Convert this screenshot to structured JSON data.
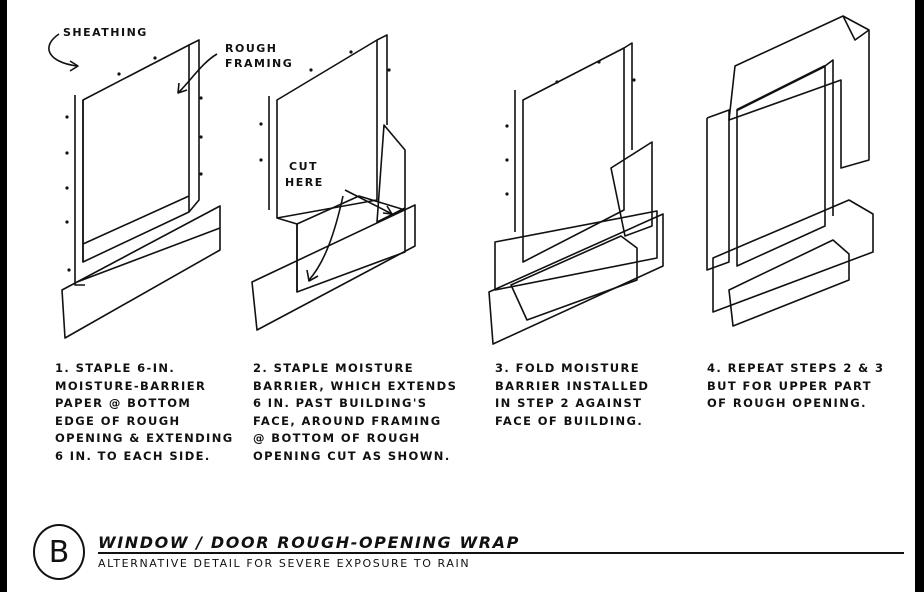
{
  "labels": {
    "sheathing": "SHEATHING",
    "rough_framing_1": "ROUGH",
    "rough_framing_2": "FRAMING",
    "cut_here_1": "CUT",
    "cut_here_2": "HERE"
  },
  "steps": [
    {
      "lines": [
        "1. STAPLE 6-IN.",
        "MOISTURE-BARRIER",
        "PAPER @ BOTTOM",
        "EDGE OF ROUGH",
        "OPENING & EXTENDING",
        "6 IN. TO EACH SIDE."
      ]
    },
    {
      "lines": [
        "2. STAPLE MOISTURE",
        "BARRIER, WHICH EXTENDS",
        "6 IN. PAST BUILDING'S",
        "FACE, AROUND FRAMING",
        "@ BOTTOM OF ROUGH",
        "OPENING  CUT AS SHOWN."
      ]
    },
    {
      "lines": [
        "3. FOLD MOISTURE",
        "BARRIER INSTALLED",
        "IN STEP 2 AGAINST",
        "FACE OF BUILDING."
      ]
    },
    {
      "lines": [
        "4. REPEAT STEPS 2 & 3",
        "BUT FOR UPPER PART",
        "OF ROUGH OPENING."
      ]
    }
  ],
  "detail": {
    "letter": "B",
    "title": "WINDOW / DOOR ROUGH-OPENING WRAP",
    "subtitle": "ALTERNATIVE DETAIL FOR SEVERE EXPOSURE TO RAIN"
  },
  "colors": {
    "ink": "#111111",
    "paper": "#ffffff",
    "frame": "#000000"
  }
}
